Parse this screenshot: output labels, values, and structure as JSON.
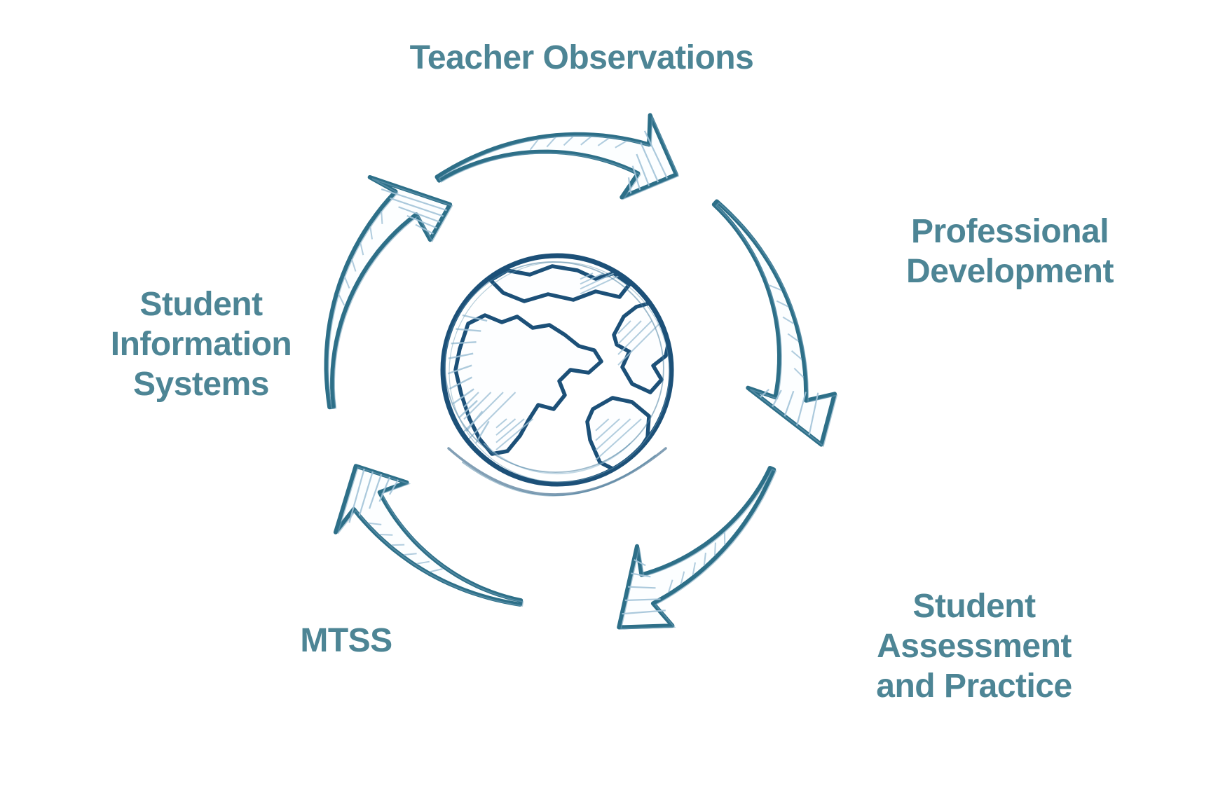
{
  "diagram": {
    "type": "cycle",
    "direction": "clockwise",
    "center_icon": "globe",
    "colors": {
      "label": "#4d8595",
      "arrow": "#2d6f88",
      "arrow_fill": "#fcfeff",
      "arrow_sketch": "#6f9fb8",
      "hatch": "#a2c3d8",
      "globe": "#1c5078",
      "globe_sketch": "#4a7fa0",
      "globe_hatch": "#9fc1d6",
      "background": "#ffffff"
    },
    "nodes": [
      {
        "id": "teacher-observations",
        "label": "Teacher Observations",
        "lines": [
          "Teacher Observations"
        ],
        "position": "top"
      },
      {
        "id": "professional-development",
        "label": "Professional Development",
        "lines": [
          "Professional",
          "Development"
        ],
        "position": "right"
      },
      {
        "id": "student-assessment-and-practice",
        "label": "Student Assessment and Practice",
        "lines": [
          "Student",
          "Assessment",
          "and Practice"
        ],
        "position": "bottom-right"
      },
      {
        "id": "mtss",
        "label": "MTSS",
        "lines": [
          "MTSS"
        ],
        "position": "bottom-left"
      },
      {
        "id": "student-information-systems",
        "label": "Student Information Systems",
        "lines": [
          "Student",
          "Information",
          "Systems"
        ],
        "position": "left"
      }
    ],
    "flow_order": [
      "Teacher Observations",
      "Professional Development",
      "Student Assessment and Practice",
      "MTSS",
      "Student Information Systems"
    ],
    "arrows": [
      {
        "name": "cycle-arrow-top",
        "from": "Student Information Systems",
        "to": "Professional Development",
        "a0": 238,
        "a1": 291,
        "tip": 300,
        "tipDr": 0
      },
      {
        "name": "cycle-arrow-right",
        "from": "Professional Development",
        "to": "Student Assessment and Practice",
        "a0": 312,
        "a1": 366,
        "tip": 375,
        "tipDr": 55
      },
      {
        "name": "cycle-arrow-bottom-right",
        "from": "Student Assessment and Practice",
        "to": "MTSS",
        "a0": 24,
        "a1": 68,
        "tip": 77,
        "tipDr": 40
      },
      {
        "name": "cycle-arrow-bottom-left",
        "from": "MTSS",
        "to": "Student Information Systems",
        "a0": 100,
        "a1": 147,
        "tip": 156,
        "tipDr": -10
      },
      {
        "name": "cycle-arrow-left",
        "from": "Student Information Systems",
        "to": "Teacher Observations",
        "a0": 172,
        "a1": 228,
        "tip": 237,
        "tipDr": -40
      }
    ]
  }
}
